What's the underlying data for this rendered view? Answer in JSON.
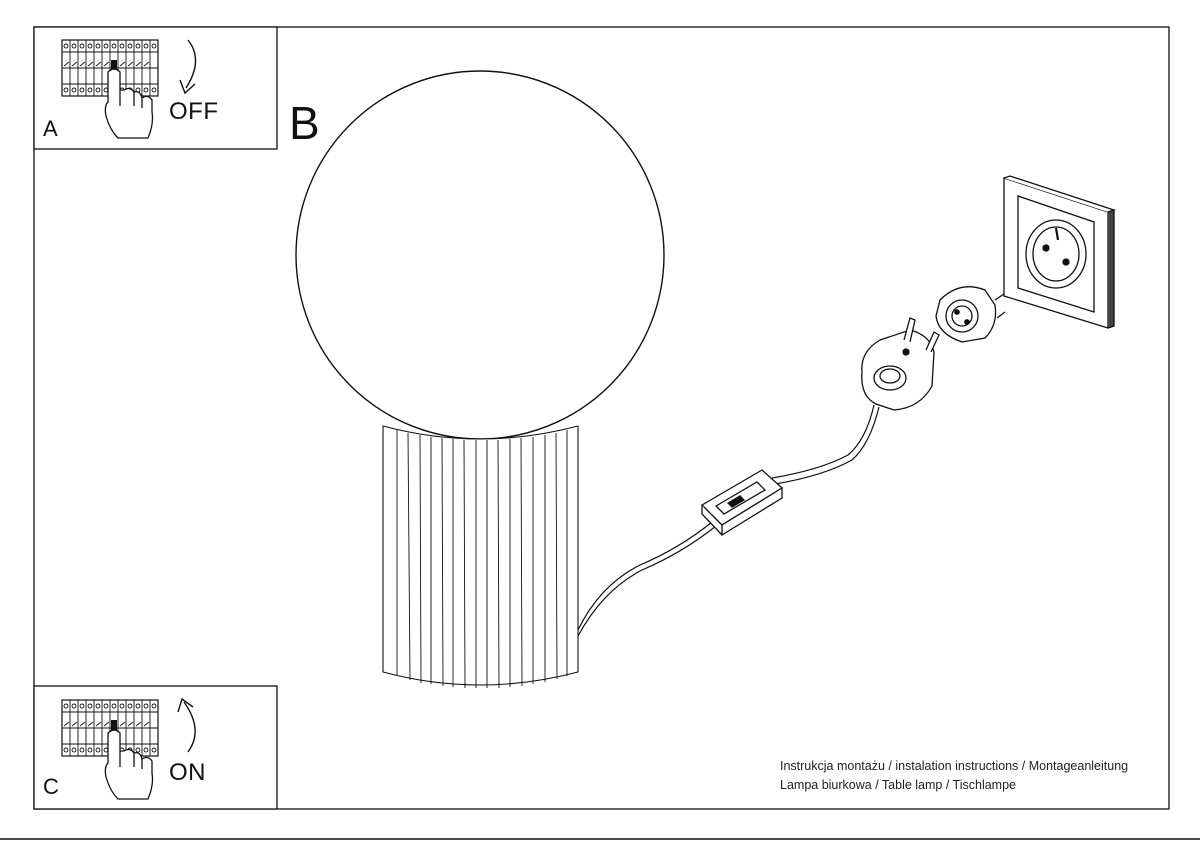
{
  "panels": {
    "a": {
      "letter": "A",
      "state": "OFF"
    },
    "b": {
      "letter": "B"
    },
    "c": {
      "letter": "C",
      "state": "ON"
    }
  },
  "footer": {
    "line1": "Instrukcja montażu / instalation instructions / Montageanleitung",
    "line2": "Lampa biurkowa / Table lamp / Tischlampe"
  }
}
